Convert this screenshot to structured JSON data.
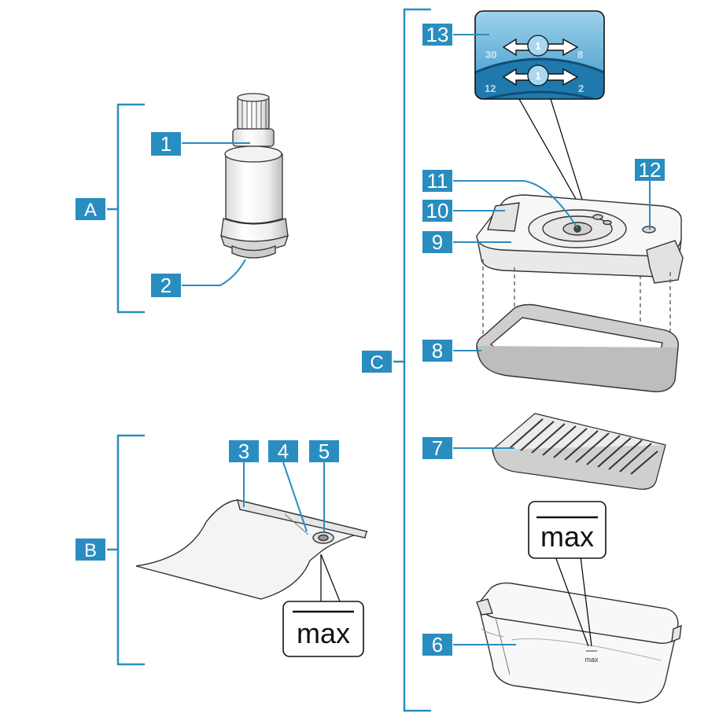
{
  "accent": "#2a8dc0",
  "groups": {
    "a": "A",
    "b": "B",
    "c": "C"
  },
  "labels": {
    "n1": "1",
    "n2": "2",
    "n3": "3",
    "n4": "4",
    "n5": "5",
    "n6": "6",
    "n7": "7",
    "n8": "8",
    "n9": "9",
    "n10": "10",
    "n11": "11",
    "n12": "12",
    "n13": "13"
  },
  "max_mark": "max",
  "dial": {
    "arrow_number": "1",
    "outer_left": "30",
    "inner_left": "12",
    "outer_right": "8",
    "inner_right": "2"
  }
}
